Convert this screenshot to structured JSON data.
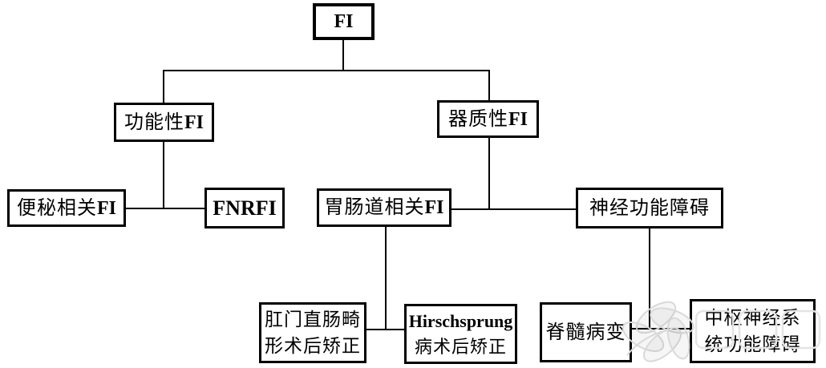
{
  "diagram": {
    "type": "tree",
    "background_color": "#ffffff",
    "line_color": "#000000",
    "text_color": "#000000",
    "watermark_color": "#dddddd",
    "nodes": {
      "fi": {
        "label": "FI",
        "lines": [
          [
            {
              "t": "FI",
              "b": 1
            }
          ]
        ]
      },
      "functional": {
        "label": "功能性FI",
        "lines": [
          [
            {
              "t": "功能性",
              "b": 0
            },
            {
              "t": "FI",
              "b": 1
            }
          ]
        ]
      },
      "organic": {
        "label": "器质性FI",
        "lines": [
          [
            {
              "t": "器质性",
              "b": 0
            },
            {
              "t": "FI",
              "b": 1
            }
          ]
        ]
      },
      "constipation": {
        "label": "便秘相关FI",
        "lines": [
          [
            {
              "t": "便秘相关",
              "b": 0
            },
            {
              "t": "FI",
              "b": 1
            }
          ]
        ]
      },
      "fnrfi": {
        "label": "FNRFI",
        "lines": [
          [
            {
              "t": "FNRFI",
              "b": 1
            }
          ]
        ]
      },
      "gi": {
        "label": "胃肠道相关FI",
        "lines": [
          [
            {
              "t": "胃肠道相关",
              "b": 0
            },
            {
              "t": "FI",
              "b": 1
            }
          ]
        ]
      },
      "neuro": {
        "label": "神经功能障碍",
        "lines": [
          [
            {
              "t": "神经功能障碍",
              "b": 0
            }
          ]
        ]
      },
      "anorectal": {
        "label": "肛门直肠畸形术后矫正",
        "lines": [
          [
            {
              "t": "肛门直肠畸",
              "b": 0
            }
          ],
          [
            {
              "t": "形术后矫正",
              "b": 0
            }
          ]
        ]
      },
      "hirschsprung": {
        "label": "Hirschsprung病术后矫正",
        "lines": [
          [
            {
              "t": "Hirschsprung",
              "b": 1
            }
          ],
          [
            {
              "t": "病术后矫正",
              "b": 0
            }
          ]
        ]
      },
      "spinal": {
        "label": "脊髓病变",
        "lines": [
          [
            {
              "t": "脊髓病变",
              "b": 0
            }
          ]
        ]
      },
      "cns": {
        "label": "中枢神经系统功能障碍",
        "lines": [
          [
            {
              "t": "中枢神经系",
              "b": 0
            }
          ],
          [
            {
              "t": "统功能障碍",
              "b": 0
            }
          ]
        ]
      }
    },
    "edges": [
      [
        "fi",
        "functional"
      ],
      [
        "fi",
        "organic"
      ],
      [
        "functional",
        "constipation"
      ],
      [
        "functional",
        "fnrfi"
      ],
      [
        "organic",
        "gi"
      ],
      [
        "organic",
        "neuro"
      ],
      [
        "gi",
        "anorectal"
      ],
      [
        "gi",
        "hirschsprung"
      ],
      [
        "neuro",
        "spinal"
      ],
      [
        "neuro",
        "cns"
      ]
    ]
  }
}
